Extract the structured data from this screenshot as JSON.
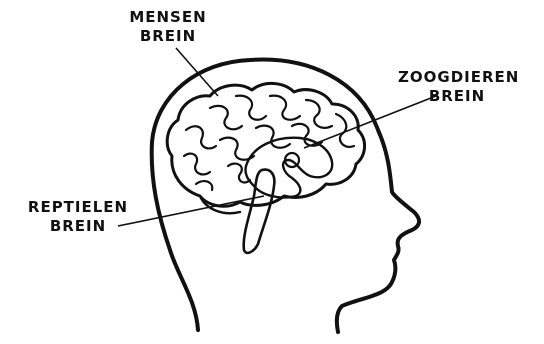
{
  "labels": {
    "human": {
      "line1": "MENSEN",
      "line2": "BREIN"
    },
    "mammal": {
      "line1": "ZOOGDIEREN",
      "line2": "BREIN"
    },
    "reptile": {
      "line1": "REPTIELEN",
      "line2": "BREIN"
    }
  },
  "colors": {
    "ink": "#111111",
    "background": "#ffffff"
  }
}
